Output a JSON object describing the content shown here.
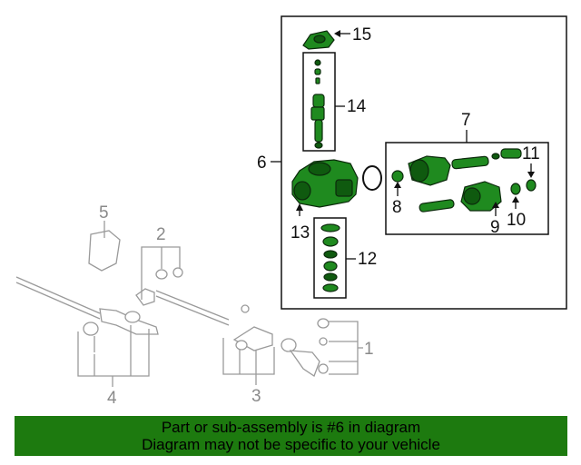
{
  "callouts": {
    "c1": "1",
    "c2": "2",
    "c3": "3",
    "c4": "4",
    "c5": "5",
    "c6": "6",
    "c7": "7",
    "c8": "8",
    "c9": "9",
    "c10": "10",
    "c11": "11",
    "c12": "12",
    "c13": "13",
    "c14": "14",
    "c15": "15"
  },
  "banner": {
    "line1": "Part or sub-assembly is #6 in diagram",
    "line2": "Diagram may not be specific to your vehicle"
  },
  "colors": {
    "highlight_green": "#1f8a1f",
    "banner_green": "#1d7a0f",
    "grey_lines": "#9a9a9a"
  }
}
